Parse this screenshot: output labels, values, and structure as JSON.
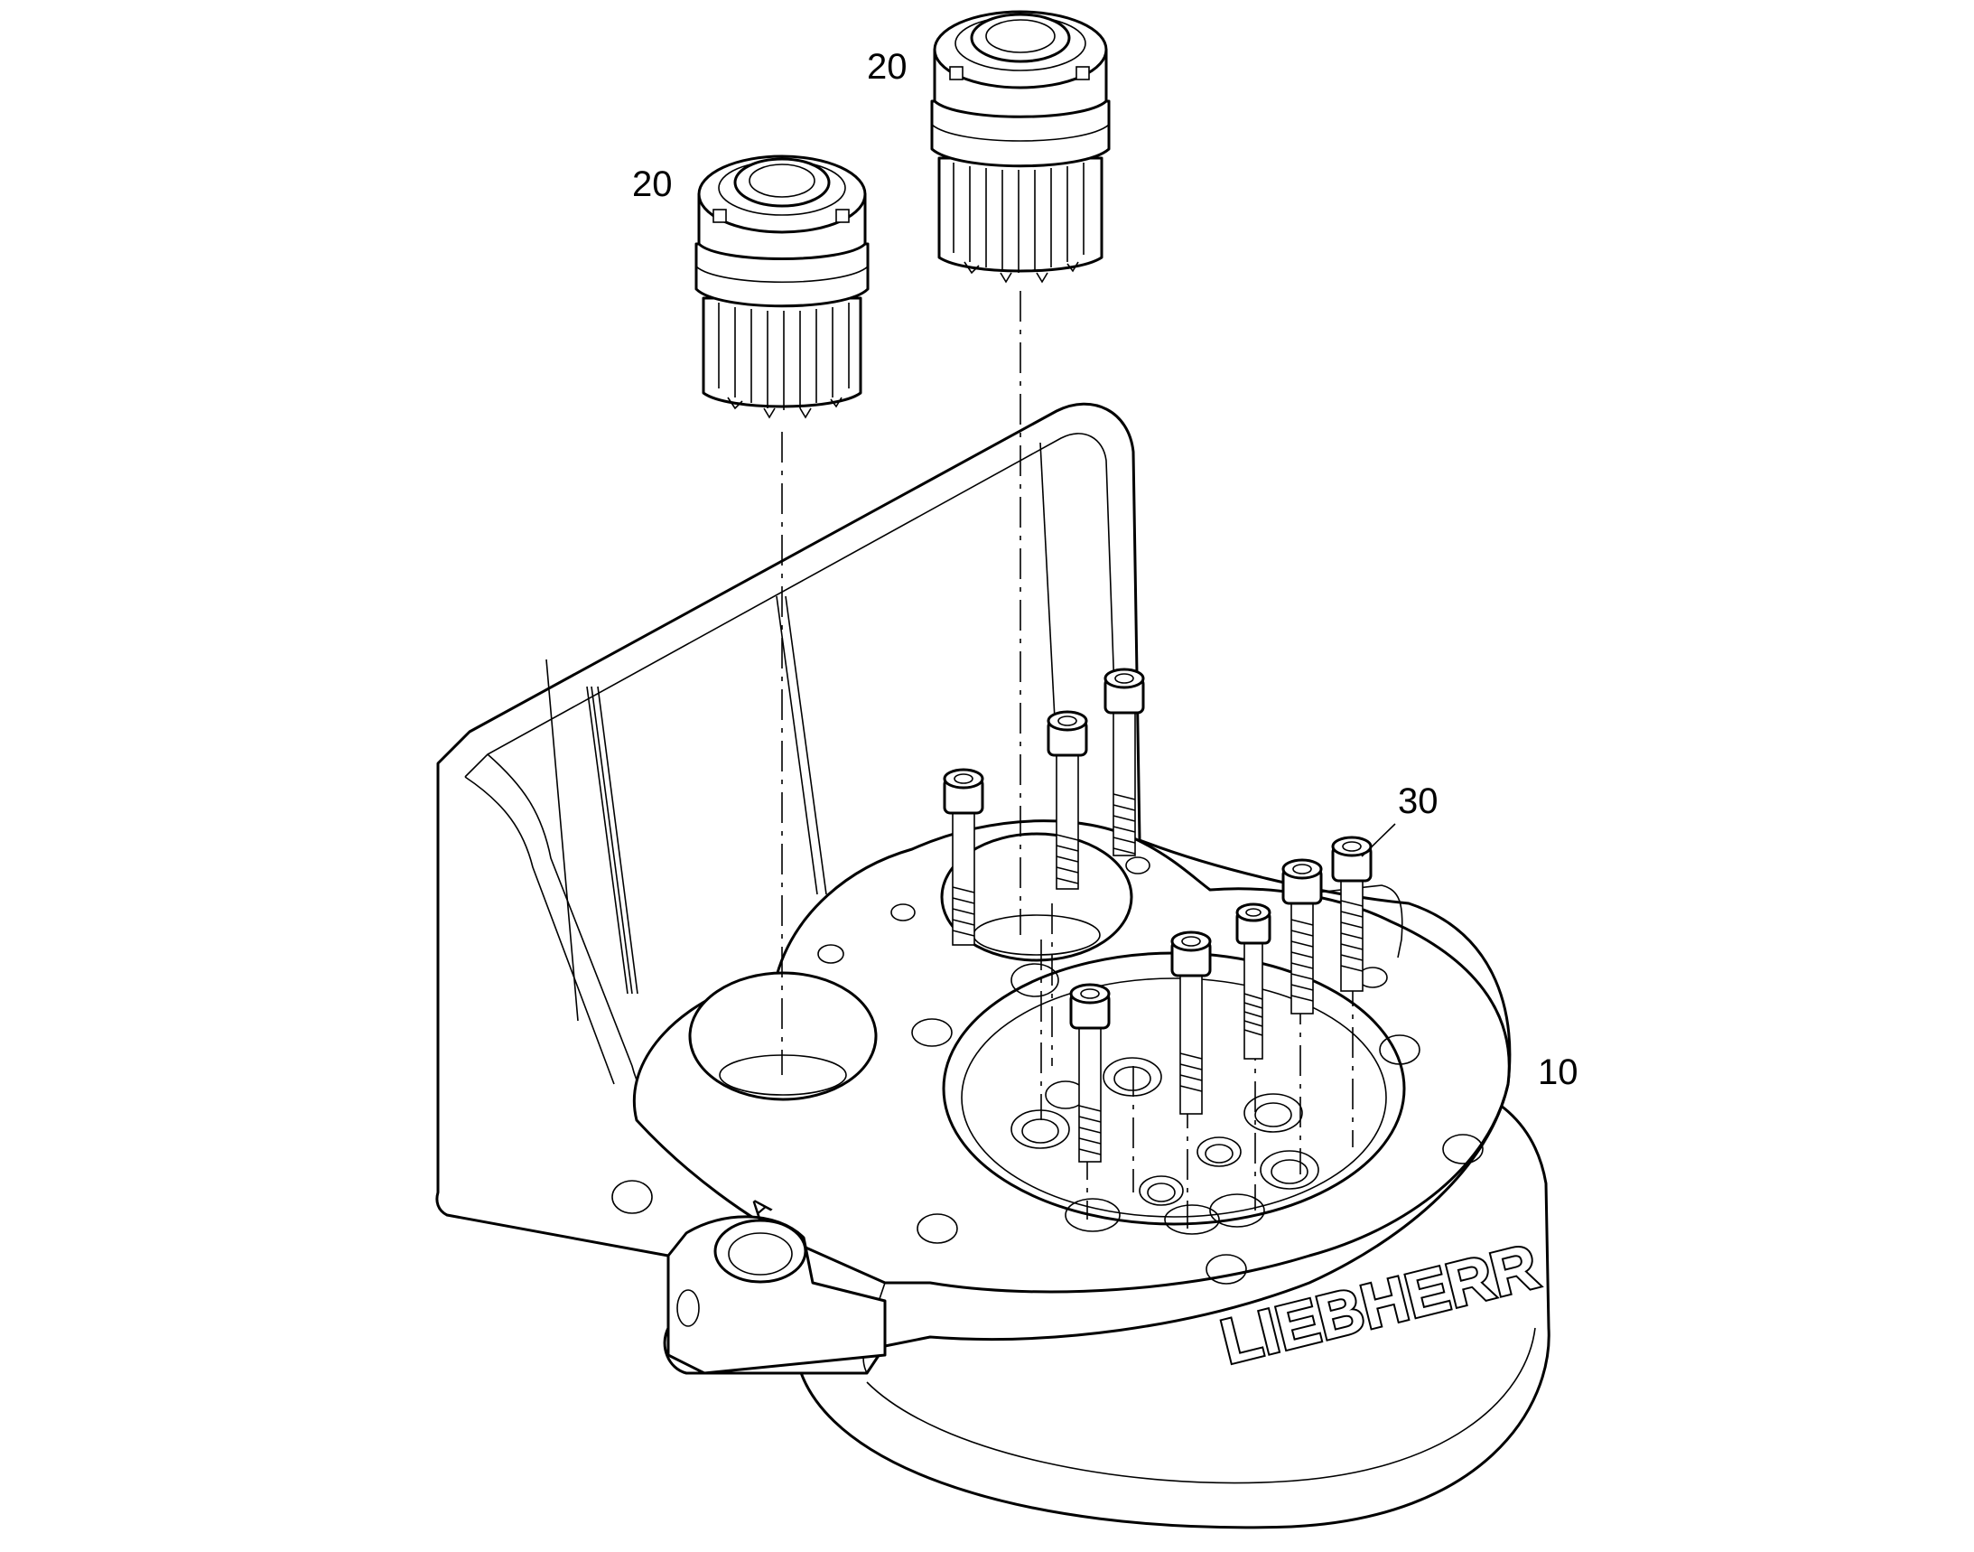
{
  "callouts": {
    "gear_left": "20",
    "gear_right": "20",
    "screw": "30",
    "housing": "10"
  },
  "port_label": "A",
  "brand_text": "LIEBHERR"
}
